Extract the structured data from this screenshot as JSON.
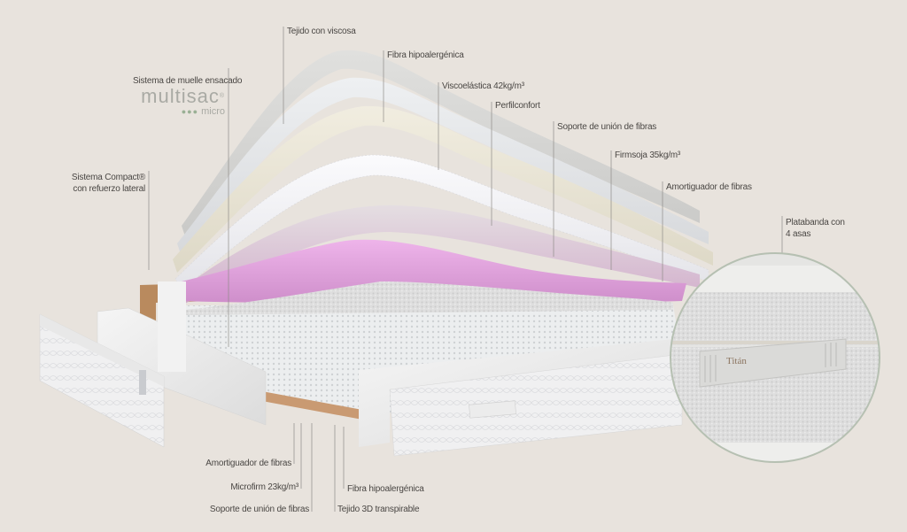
{
  "diagram": {
    "subject": "Mattress layer breakdown",
    "background_color": "#e8e3dd",
    "brand": {
      "system_label": "Sistema de muelle ensacado",
      "name": "multisac",
      "registered_mark": "®",
      "sub": "micro",
      "dots": "●●●",
      "accent_color": "#9ab095"
    },
    "top_labels": [
      {
        "text": "Tejido con viscosa"
      },
      {
        "text": "Fibra hipoalergénica"
      },
      {
        "text": "Viscoelástica 42kg/m³"
      },
      {
        "text": "Perfilconfort"
      },
      {
        "text": "Soporte de unión de fibras"
      },
      {
        "text": "Firmsoja 35kg/m³"
      },
      {
        "text": "Amortiguador de fibras"
      }
    ],
    "side_labels": {
      "compact_line1": "Sistema Compact®",
      "compact_line2": "con refuerzo lateral",
      "platabanda_line1": "Platabanda con",
      "platabanda_line2": "4 asas"
    },
    "bottom_labels": [
      {
        "text": "Amortiguador de fibras"
      },
      {
        "text": "Microfirm 23kg/m³"
      },
      {
        "text": "Soporte de unión de fibras"
      },
      {
        "text": "Fibra hipoalergénica"
      },
      {
        "text": "Tejido 3D transpirable"
      }
    ],
    "detail_handle_text": "Titán",
    "colors": {
      "layer_grey": "#d4d4d2",
      "layer_light": "#e3e4e6",
      "layer_cream": "#e9e5d6",
      "layer_white": "#f4f4f6",
      "layer_pink_fade": "#d9c4d2",
      "layer_pink": "#e3a6dd",
      "wood": "#b98a5e",
      "leader_line": "#8f8c88"
    }
  }
}
